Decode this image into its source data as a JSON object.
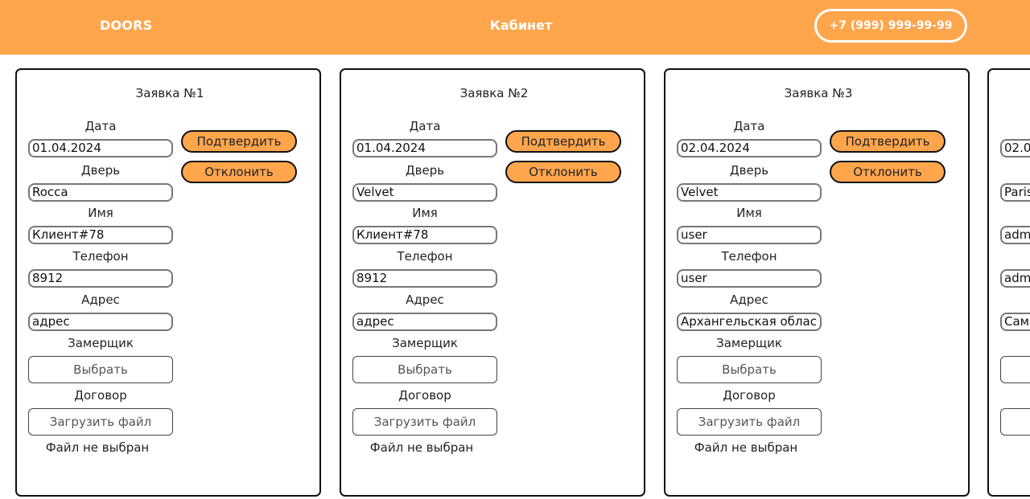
{
  "header": {
    "logo": "DOORS",
    "title": "Кабинет",
    "phone": "+7 (999) 999-99-99"
  },
  "colors": {
    "accent": "#ffa64d",
    "card_border": "#111111",
    "field_border": "#777777"
  },
  "labels": {
    "date": "Дата",
    "door": "Дверь",
    "name": "Имя",
    "phone": "Телефон",
    "address": "Адрес",
    "measurer": "Замерщик",
    "contract": "Договор",
    "choose": "Выбрать",
    "upload": "Загрузить файл",
    "no_file": "Файл не выбран",
    "confirm": "Подтвердить",
    "reject": "Отклонить"
  },
  "orders": [
    {
      "title": "Заявка №1",
      "date": "01.04.2024",
      "door": "Rocca",
      "name": "Клиент#78",
      "phone": "8912",
      "address": "адрес"
    },
    {
      "title": "Заявка №2",
      "date": "01.04.2024",
      "door": "Velvet",
      "name": "Клиент#78",
      "phone": "8912",
      "address": "адрес"
    },
    {
      "title": "Заявка №3",
      "date": "02.04.2024",
      "door": "Velvet",
      "name": "user",
      "phone": "user",
      "address": "Архангельская облас"
    },
    {
      "title": "",
      "date": "02.0",
      "door": "Paris",
      "name": "adm",
      "phone": "adm",
      "address": "Сама"
    }
  ]
}
